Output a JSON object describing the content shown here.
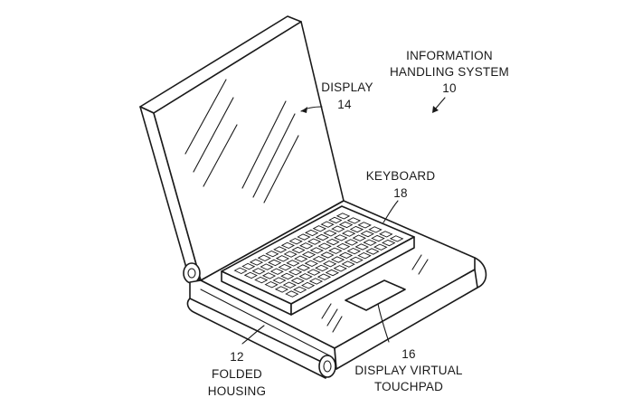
{
  "labels": {
    "system_line1": "INFORMATION",
    "system_line2": "HANDLING SYSTEM",
    "system_ref": "10",
    "display": "DISPLAY",
    "display_ref": "14",
    "keyboard": "KEYBOARD",
    "keyboard_ref": "18",
    "housing_ref": "12",
    "housing_line1": "FOLDED",
    "housing_line2": "HOUSING",
    "touchpad_ref": "16",
    "touchpad_line1": "DISPLAY VIRTUAL",
    "touchpad_line2": "TOUCHPAD"
  },
  "colors": {
    "line": "#1a1a1a",
    "background": "#ffffff"
  }
}
